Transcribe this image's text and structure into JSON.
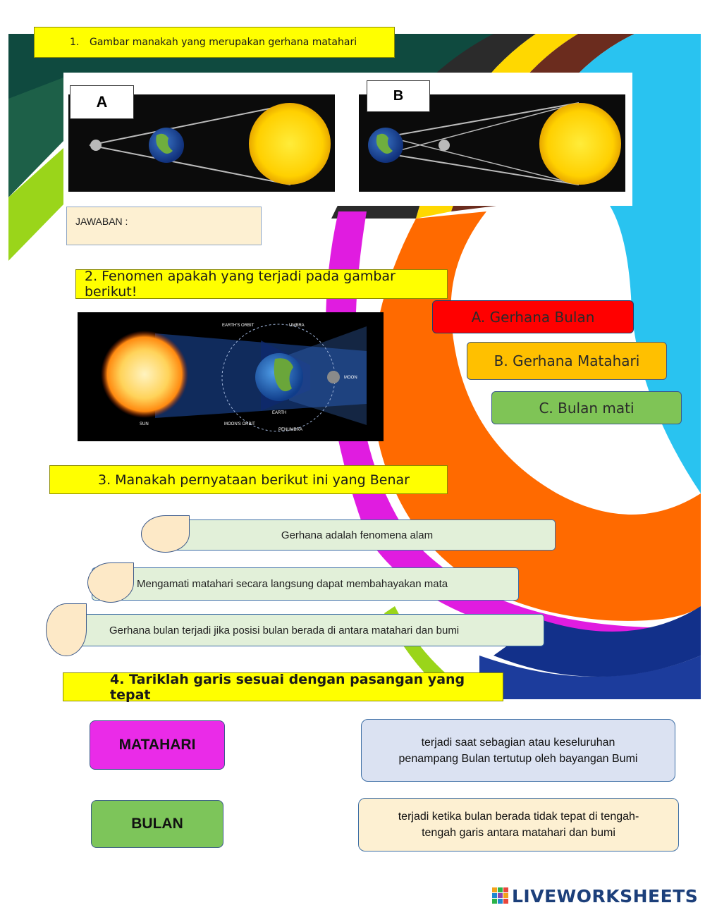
{
  "q1": {
    "number": "1.",
    "text": "Gambar manakah yang merupakan gerhana matahari"
  },
  "images_q1": {
    "a_label": "A",
    "b_label": "B"
  },
  "answer_label": "JAWABAN :",
  "q2": {
    "text": "2. Fenomen apakah yang terjadi pada gambar berikut!",
    "figure_labels": {
      "earths_orbit": "EARTH'S ORBIT",
      "umbra": "UMBRA",
      "moon": "MOON",
      "earth": "EARTH",
      "sun": "SUN",
      "moons_orbit": "MOON'S ORBIT",
      "penumbra": "PENUMBRA"
    },
    "options": [
      "A. Gerhana Bulan",
      "B. Gerhana Matahari",
      "C. Bulan mati"
    ]
  },
  "q3": {
    "text": "3. Manakah pernyataan berikut ini yang Benar",
    "statements": [
      "Gerhana adalah fenomena alam",
      "Mengamati matahari secara langsung dapat membahayakan mata",
      "Gerhana bulan terjadi jika posisi bulan berada di antara matahari dan bumi"
    ]
  },
  "q4": {
    "text": "4. Tariklah garis sesuai dengan pasangan yang tepat",
    "left": [
      "MATAHARI",
      "BULAN"
    ],
    "right": [
      "terjadi saat sebagian atau keseluruhan penampang Bulan tertutup oleh bayangan Bumi",
      "terjadi ketika bulan berada tidak tepat di tengah-tengah garis antara matahari dan bumi"
    ]
  },
  "brand": "LIVEWORKSHEETS",
  "colors": {
    "question_bg": "#ffff00",
    "option_a": "#ff0000",
    "option_b": "#ffc000",
    "option_c": "#7fc456",
    "matahari": "#ea2be8",
    "bulan": "#7dc55a",
    "statement_bg": "#e2f0d9"
  }
}
